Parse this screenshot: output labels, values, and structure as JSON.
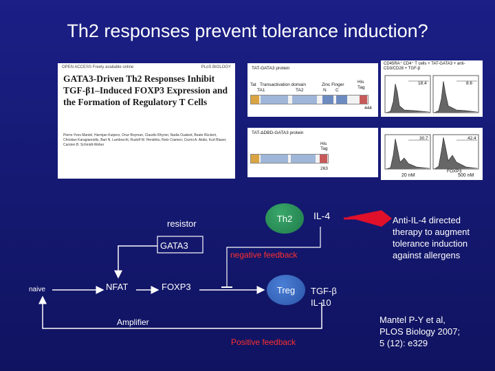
{
  "slide": {
    "title": "Th2 responses prevent tolerance induction?"
  },
  "paper": {
    "journal_left": "OPEN ACCESS Freely available online",
    "journal_right": "PLoS BIOLOGY",
    "title": "GATA3-Driven Th2 Responses Inhibit TGF-β1–Induced FOXP3 Expression and the Formation of Regulatory T Cells",
    "authors": "Pierre-Yves Mantel, Harmjan Kuipers, Onur Boyman, Claudio Rhyner, Nadia Ouaked, Beate Rückert, Christian Karagiannidis, Bart N. Lambrecht, Rudolf W. Hendriks, Reto Crameri, Cezmi A. Akdis, Kurt Blaser, Carsten B. Schmidt-Weber"
  },
  "figure": {
    "a_title": "TAT-GATA3 protein",
    "a_domains": [
      "Tat",
      "Transactivation domain",
      "TA1",
      "TA2",
      "Zinc Finger",
      "N",
      "C",
      "His",
      "Tag"
    ],
    "a_length": "444",
    "b_title": "TAT-ΔDBD-GATA3 protein",
    "b_tag": "His Tag",
    "b_length": "263",
    "hist_title": "CD45RA⁺ CD4⁺ T cells + TAT-GATA3 + anti-CD3/CD28 + TGF-β",
    "hist_a_values": [
      "18.4",
      "8.6"
    ],
    "hist_b_values": [
      "30.7",
      "42.4"
    ],
    "hist_x_label": "FOXP3",
    "hist_doses": [
      "20 nM",
      "500 nM"
    ]
  },
  "diagram": {
    "resistor": "resistor",
    "gata3": "GATA3",
    "naive": "naive",
    "nfat": "NFAT",
    "foxp3": "FOXP3",
    "amplifier": "Amplifier",
    "negative_feedback": "negative feedback",
    "positive_feedback": "Positive feedback",
    "th2": "Th2",
    "treg": "Treg",
    "il4": "IL-4",
    "tgfb_line1": "TGF-β",
    "tgfb_line2": "IL-10"
  },
  "notes": {
    "anti_il4": "Anti-IL-4 directed therapy to augment tolerance induction against allergens",
    "citation_line1": "Mantel P-Y et al,",
    "citation_line2": "PLOS Biology 2007;",
    "citation_line3": "5 (12): e329"
  },
  "colors": {
    "background": "#1b1f86",
    "feedback_text": "#ff3030",
    "arrow_red": "#e0102a",
    "th2_cell": "#2a8f5a",
    "treg_cell": "#3a69c0"
  }
}
